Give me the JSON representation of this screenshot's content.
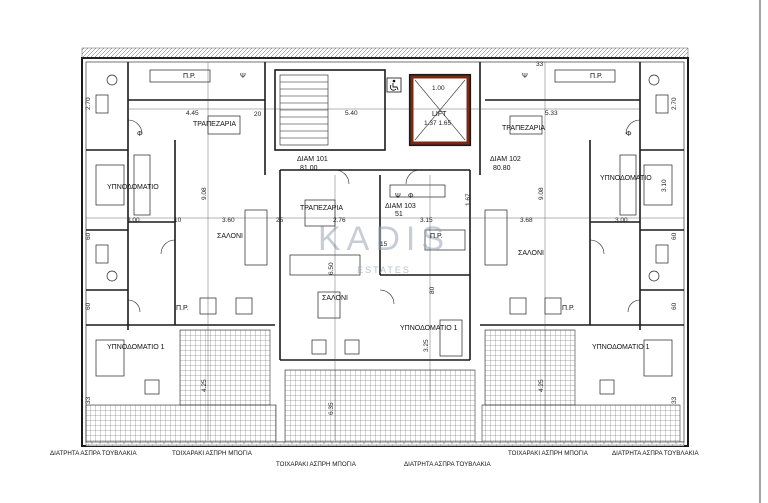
{
  "apartments": {
    "diam101": {
      "label": "ΔΙΑΜ 101",
      "area": "81.00"
    },
    "diam102": {
      "label": "ΔΙΑΜ 102",
      "area": "80.80"
    },
    "diam103": {
      "label": "ΔΙΑΜ 103",
      "area": "51"
    }
  },
  "rooms": {
    "trapezaria": "ΤΡΑΠΕΖΑΡΙΑ",
    "ypnodomatio": "ΥΠΝΟΔΟΜΑΤΙΟ",
    "ypnodomatio1": "ΥΠΝΟΔΟΜΑΤΙΟ 1",
    "saloni": "ΣΑΛΟΝΙ",
    "pp": "Π.Ρ.",
    "lift": "LIFT",
    "lift_dims": "1.37 1.65",
    "psi": "Ψ",
    "phi": "Φ",
    "lift_top": "1.00"
  },
  "dimensions": {
    "d445": "4.45",
    "d540": "5.40",
    "d533": "5.33",
    "d300": "3.00",
    "d360": "3.60",
    "d368": "3.68",
    "d315": "3.15",
    "d270": "2.70",
    "d908": "9.08",
    "d310": "3.10",
    "d650": "6.50",
    "d325": "3.25",
    "d425": "4.25",
    "d635": "6.35",
    "d276": "2.76",
    "d167": "1.67",
    "n60": "60",
    "n10": "10",
    "n20": "20",
    "n25": "25",
    "n33": "33",
    "n15": "15",
    "n80": "80"
  },
  "footer": {
    "perforated_left": "ΔΙΑΤΡΗΤΑ ΑΣΠΡΑ ΤΟΥΒΛΑΚΙΑ",
    "wall_left": "ΤΟΙΧΑΡΑΚΙ ΑΣΠΡΗ ΜΠΟΓΙΑ",
    "wall_center": "ΤΟΙΧΑΡΑΚΙ ΑΣΠΡΗ ΜΠΟΓΙΑ",
    "perforated_center": "ΔΙΑΤΡΗΤΑ ΑΣΠΡΑ ΤΟΥΒΛΑΚΙΑ",
    "wall_right": "ΤΟΙΧΑΡΑΚΙ ΑΣΠΡΗ ΜΠΟΓΙΑ",
    "perforated_right": "ΔΙΑΤΡΗΤΑ ΑΣΠΡΑ ΤΟΥΒΛΑΚΙΑ"
  },
  "watermark": {
    "brand": "KADIS",
    "sub": "ESTATES"
  },
  "colors": {
    "line": "#1a1a1a",
    "lift_fill": "#7a2a10",
    "hatch": "#444444",
    "watermark": "#9aa6b8"
  }
}
